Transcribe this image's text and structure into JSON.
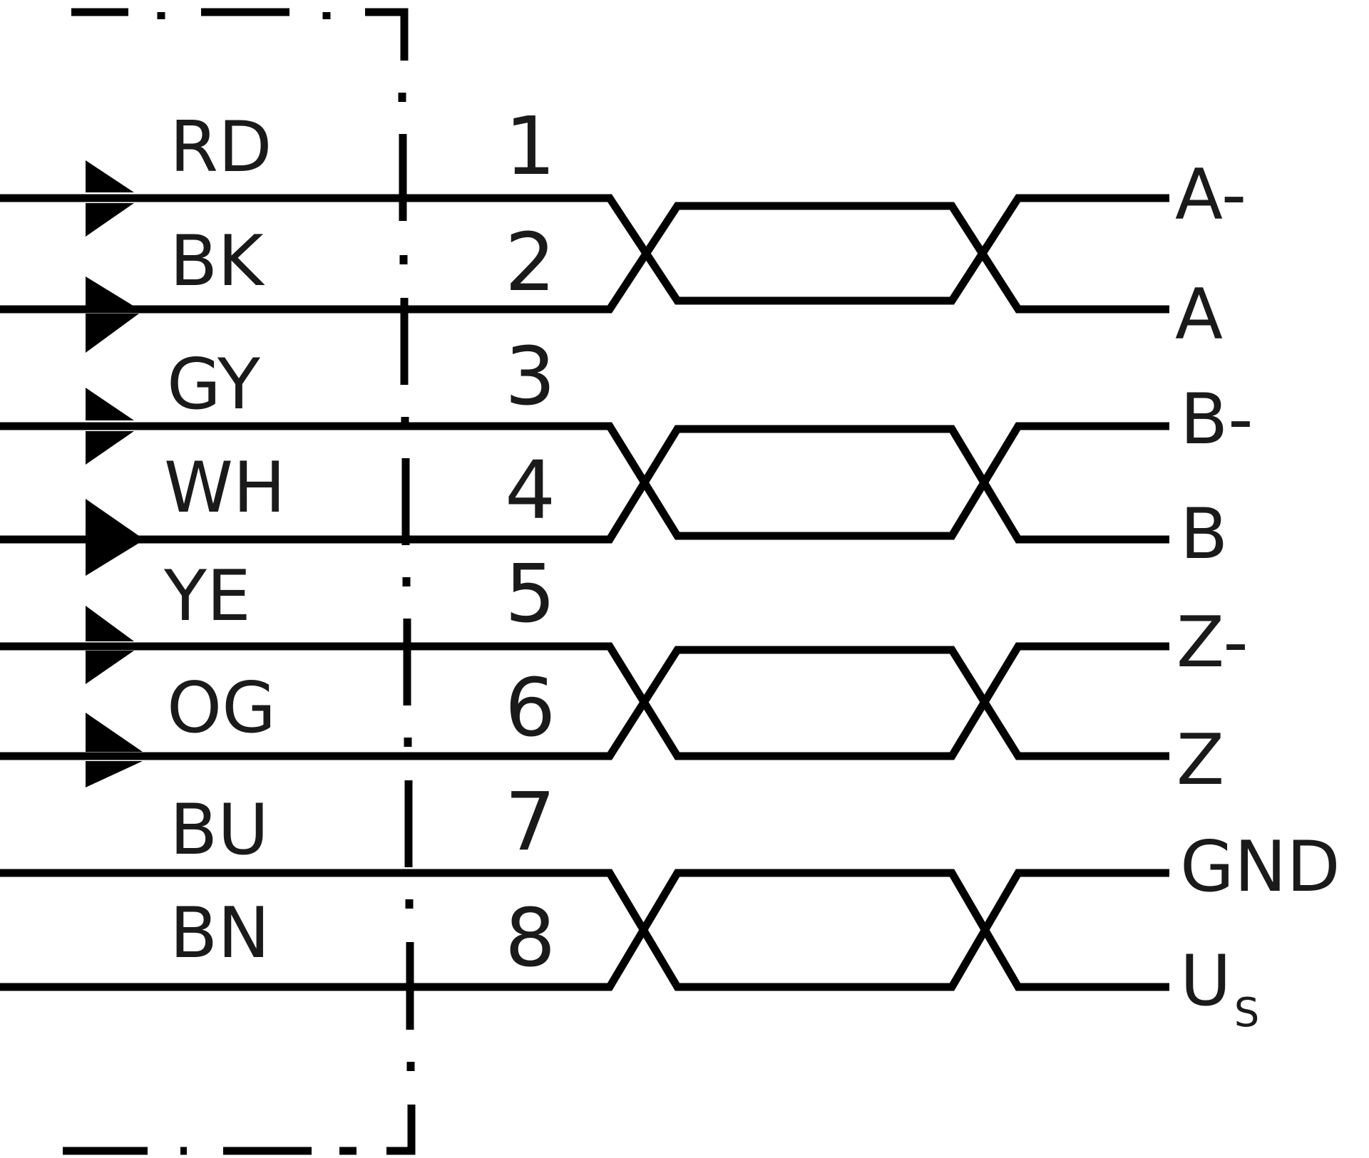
{
  "diagram": {
    "wires": [
      {
        "color": "RD",
        "pin": "1",
        "signal": "A-"
      },
      {
        "color": "BK",
        "pin": "2",
        "signal": "A"
      },
      {
        "color": "GY",
        "pin": "3",
        "signal": "B-"
      },
      {
        "color": "WH",
        "pin": "4",
        "signal": "B"
      },
      {
        "color": "YE",
        "pin": "5",
        "signal": "Z-"
      },
      {
        "color": "OG",
        "pin": "6",
        "signal": "Z"
      },
      {
        "color": "BU",
        "pin": "7",
        "signal": "GND"
      },
      {
        "color": "BN",
        "pin": "8",
        "signal": "U",
        "signal_sub": "S"
      }
    ]
  }
}
